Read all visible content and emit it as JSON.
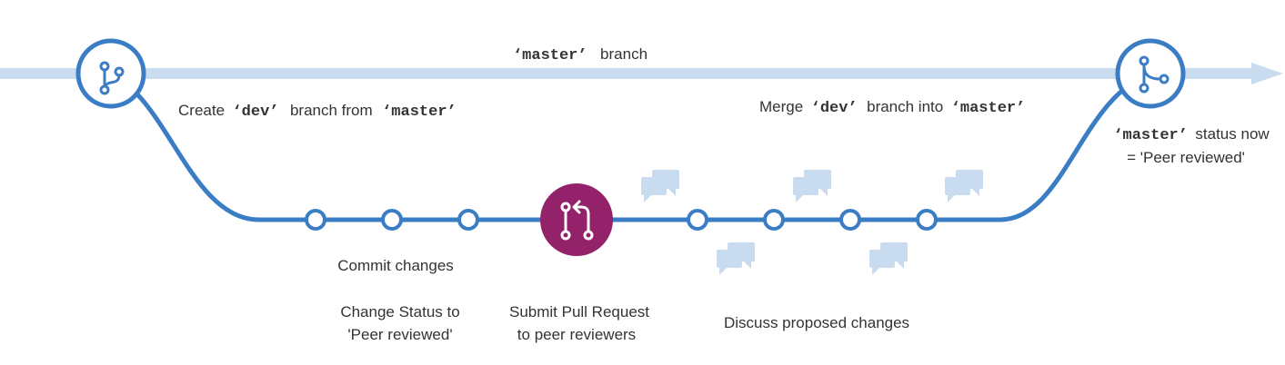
{
  "colors": {
    "master_line": "#c9dcef",
    "dev_line": "#3b7dc4",
    "pr_node": "#94226a",
    "comment_icon": "#c9dcef"
  },
  "master_branch": {
    "code": "‘master’",
    "text": "branch"
  },
  "create_label": {
    "prefix": "Create",
    "dev_code": "‘dev’",
    "middle": "branch from",
    "master_code": "‘master’"
  },
  "merge_label": {
    "prefix": "Merge",
    "dev_code": "‘dev’",
    "middle": "branch into",
    "master_code": "‘master’"
  },
  "status_label": {
    "master_code": "‘master’",
    "line1_text": "status now",
    "line2": "= 'Peer reviewed'"
  },
  "commit_label": "Commit changes",
  "change_status_label": {
    "line1": "Change Status to",
    "line2": "'Peer reviewed'"
  },
  "pull_request_label": {
    "line1": "Submit Pull Request",
    "line2": "to peer reviewers"
  },
  "discuss_label": "Discuss proposed changes",
  "icons": {
    "branch_start": "git-branch-icon",
    "merge": "git-merge-icon",
    "pull_request": "git-pull-request-icon",
    "comment": "comment-bubbles-icon"
  }
}
